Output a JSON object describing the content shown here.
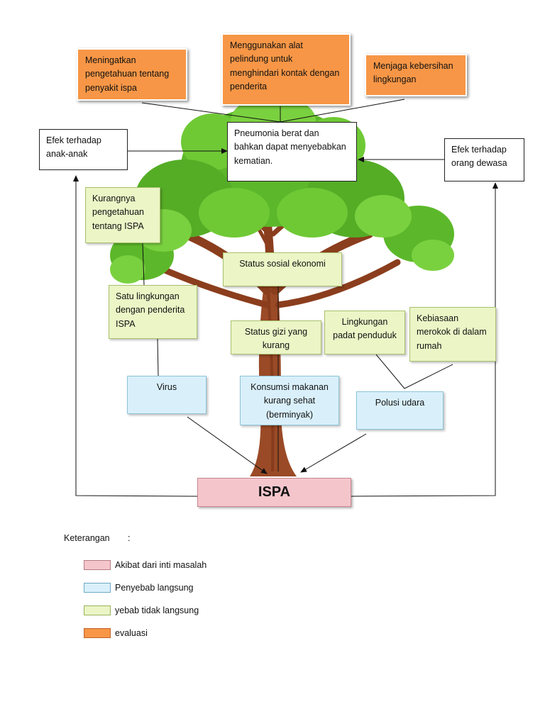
{
  "root": {
    "label": "ISPA"
  },
  "evaluation": [
    "Meningatkan pengetahuan tentang penyakit ispa",
    "Menggunakan alat pelindung untuk menghindari kontak dengan penderita",
    "Menjaga kebersihan lingkungan"
  ],
  "effects": {
    "central": "Pneumonia berat dan bahkan dapat menyebabkan kematian.",
    "children": "Efek terhadap anak-anak",
    "adults": "Efek terhadap orang dewasa"
  },
  "indirect_causes": [
    "Kurangnya pengetahuan tentang ISPA",
    "Status sosial ekonomi",
    "Satu lingkungan dengan penderita ISPA",
    "Status gizi yang kurang",
    "Lingkungan padat penduduk",
    "Kebiasaan merokok di dalam rumah"
  ],
  "direct_causes": [
    "Virus",
    "Konsumsi makanan kurang sehat (berminyak)",
    "Polusi udara"
  ],
  "legend": {
    "title": "Keterangan",
    "colon": ":",
    "items": [
      {
        "label": "Akibat dari inti masalah",
        "color": "#f4c6cc"
      },
      {
        "label": "Penyebab langsung",
        "color": "#d9f0fb"
      },
      {
        "label": "yebab tidak langsung",
        "color": "#ebf5c6"
      },
      {
        "label": "evaluasi",
        "color": "#f79646"
      }
    ]
  },
  "colors": {
    "evaluation": "#f79646",
    "effect": "#f4c6cc",
    "direct": "#d9f0fb",
    "indirect": "#ebf5c6",
    "foliage": "#5cb82a",
    "trunk": "#9a4a26"
  }
}
